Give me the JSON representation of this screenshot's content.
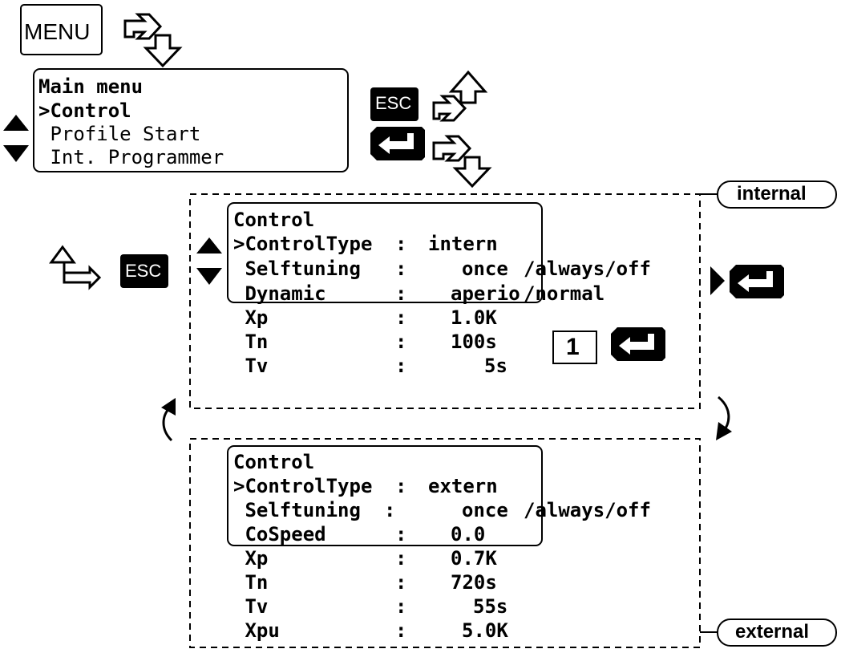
{
  "keys": {
    "menu": "MENU",
    "esc": "ESC",
    "one": "1"
  },
  "main_menu": {
    "title": "Main menu",
    "items": [
      ">Control",
      " Profile Start",
      " Int. Programmer"
    ]
  },
  "internal": {
    "tag": "internal",
    "rows": [
      {
        "label": "Control",
        "sep": "",
        "value": ""
      },
      {
        "label": ">ControlType",
        "sep": ":",
        "value": "intern"
      },
      {
        "label": " Selftuning",
        "sep": ":",
        "value": "once"
      },
      {
        "label": " Dynamic",
        "sep": ":",
        "value": "aperio"
      },
      {
        "label": " Xp",
        "sep": ":",
        "value": "1.0K"
      },
      {
        "label": " Tn",
        "sep": ":",
        "value": "100s"
      },
      {
        "label": " Tv",
        "sep": ":",
        "value": "5s"
      }
    ],
    "selftuning_alternatives": "/always/off",
    "dynamic_alternatives": "/normal"
  },
  "external": {
    "tag": "external",
    "rows": [
      {
        "label": "Control",
        "sep": "",
        "value": ""
      },
      {
        "label": ">ControlType",
        "sep": ":",
        "value": "extern"
      },
      {
        "label": " Selftuning",
        "sep": ":",
        "value": "once"
      },
      {
        "label": " CoSpeed",
        "sep": ":",
        "value": "0.0"
      },
      {
        "label": " Xp",
        "sep": ":",
        "value": "0.7K"
      },
      {
        "label": " Tn",
        "sep": ":",
        "value": "720s"
      },
      {
        "label": " Tv",
        "sep": ":",
        "value": "55s"
      },
      {
        "label": " Xpu",
        "sep": ":",
        "value": "5.0K"
      }
    ],
    "selftuning_alternatives": "/always/off"
  },
  "icons": [
    "down-right-hook-arrow-icon",
    "up-right-hook-arrow-icon",
    "up-left-hook-arrow-icon",
    "enter-key-icon",
    "up-down-triangle-icon",
    "right-triangle-icon",
    "curved-arrow-icon"
  ]
}
